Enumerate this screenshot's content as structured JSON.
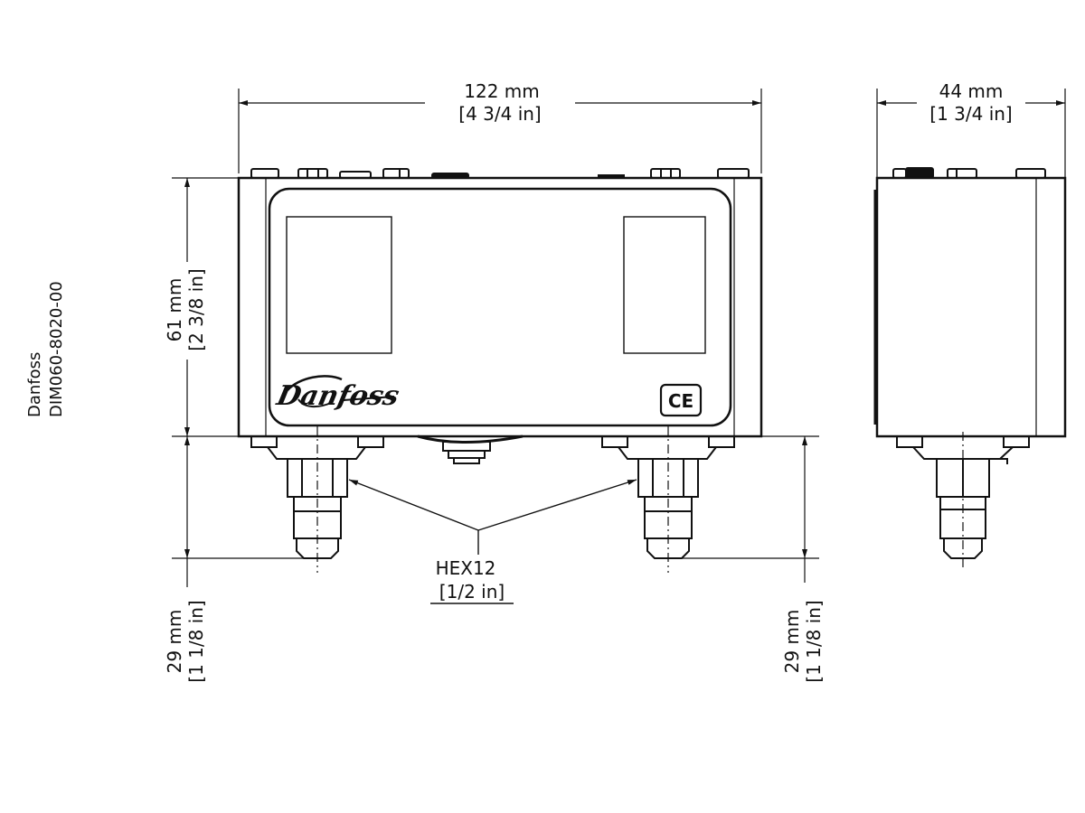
{
  "drawing": {
    "manufacturer": "Danfoss",
    "drawing_number": "DIM060-8020-00",
    "brand_logo_text": "Danfoss",
    "ce_mark": "CE"
  },
  "dimensions": {
    "width_front": {
      "mm": "122 mm",
      "in": "[4 3/4 in]"
    },
    "width_side": {
      "mm": "44 mm",
      "in": "[1 3/4 in]"
    },
    "height_body": {
      "mm": "61 mm",
      "in": "[2 3/8 in]"
    },
    "fitting_left": {
      "mm": "29 mm",
      "in": "[1 1/8 in]"
    },
    "fitting_right": {
      "mm": "29 mm",
      "in": "[1 1/8 in]"
    }
  },
  "callouts": {
    "hex": {
      "label": "HEX12",
      "sub": "[1/2 in]"
    }
  },
  "colors": {
    "line": "#111111",
    "background": "#ffffff"
  }
}
